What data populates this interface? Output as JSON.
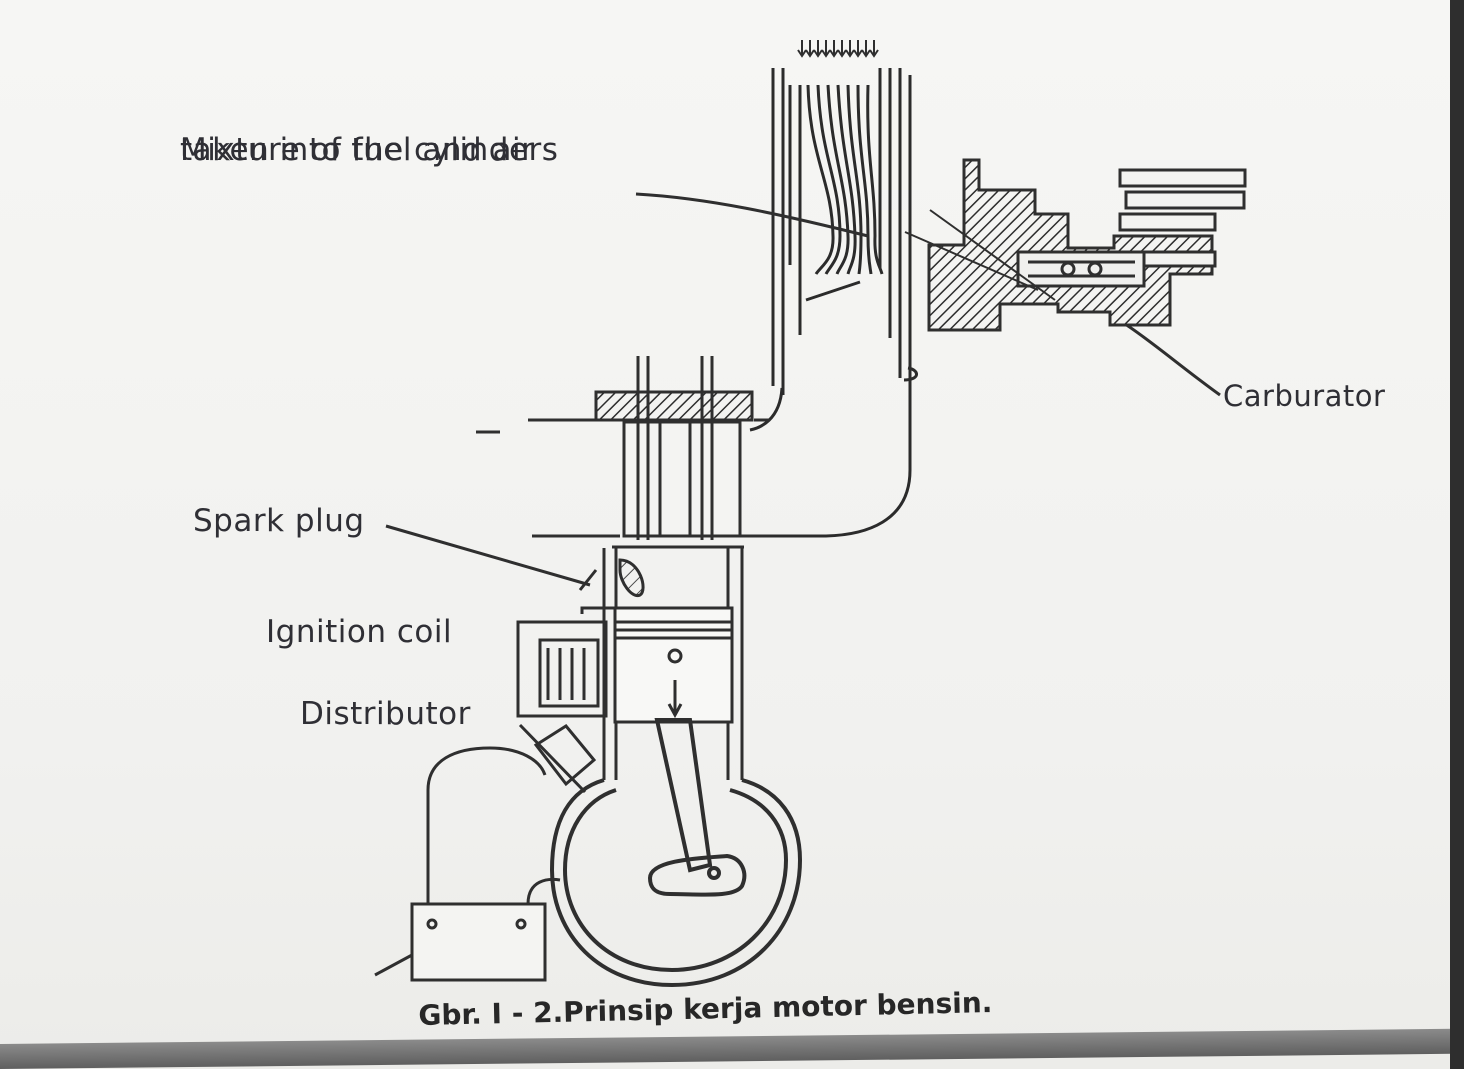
{
  "labels": {
    "mixture_line1": "Mixture of fuel and air",
    "mixture_line2": "taken into the cylinders",
    "carburator": "Carburator",
    "spark_plug": "Spark plug",
    "ignition_coil": "Ignition coil",
    "distributor": "Distributor"
  },
  "caption": "Gbr. I - 2.Prinsip kerja motor bensin."
}
